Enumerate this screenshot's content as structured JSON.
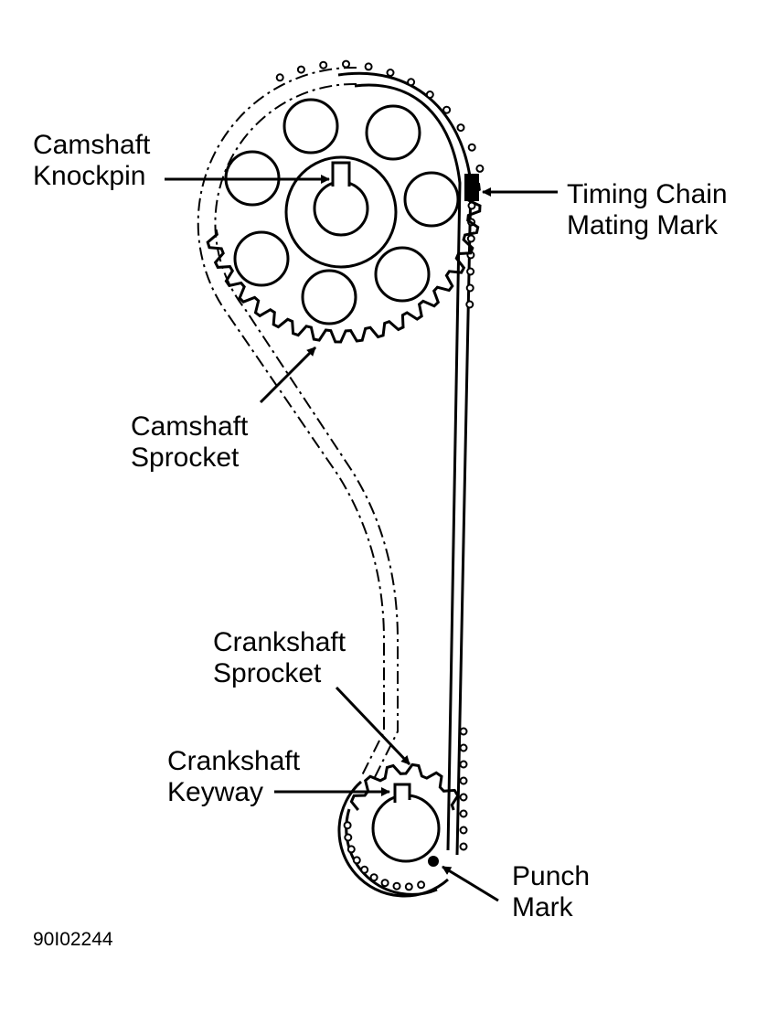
{
  "labels": {
    "camshaft_knockpin": [
      "Camshaft",
      "Knockpin"
    ],
    "timing_chain_mark": [
      "Timing Chain",
      "Mating Mark"
    ],
    "camshaft_sprocket": [
      "Camshaft",
      "Sprocket"
    ],
    "crankshaft_sprocket": [
      "Crankshaft",
      "Sprocket"
    ],
    "crankshaft_keyway": [
      "Crankshaft",
      "Keyway"
    ],
    "punch_mark": [
      "Punch",
      "Mark"
    ]
  },
  "figure_code": "90I02244"
}
